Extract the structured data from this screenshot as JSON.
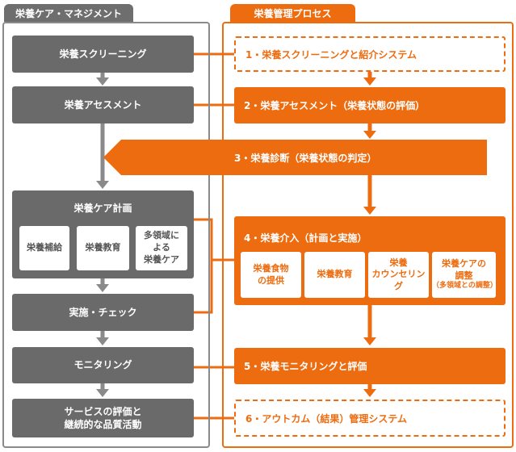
{
  "left_panel": {
    "title": "栄養ケア・マネジメント",
    "screening": "栄養スクリーニング",
    "assessment": "栄養アセスメント",
    "care_plan": {
      "title": "栄養ケア計画",
      "items": [
        "栄養補給",
        "栄養教育",
        "多領域に",
        "よる",
        "栄養ケア"
      ]
    },
    "implementation": "実施・チェック",
    "monitoring": "モニタリング",
    "evaluation_line1": "サービスの評価と",
    "evaluation_line2": "継続的な品質活動"
  },
  "right_panel": {
    "title": "栄養管理プロセス",
    "step1": "1・栄養スクリーニングと紹介システム",
    "step2": "2・栄養アセスメント（栄養状態の評価）",
    "step3": "3・栄養診断（栄養状態の判定）",
    "step4": {
      "title": "4・栄養介入（計画と実施）",
      "items": [
        {
          "line1": "栄養食物",
          "line2": "の提供"
        },
        {
          "line1": "栄養教育"
        },
        {
          "line1": "栄養",
          "line2": "カウンセリング"
        },
        {
          "line1": "栄養ケアの",
          "line2": "調整",
          "line3": "（多領域との調整）"
        }
      ]
    },
    "step5": "5・栄養モニタリングと評価",
    "step6": "6・アウトカム（結果）管理システム"
  },
  "colors": {
    "orange": "#ed6c0f",
    "grey_box": "#6a6a6a",
    "grey_border": "#8a8a8a"
  }
}
